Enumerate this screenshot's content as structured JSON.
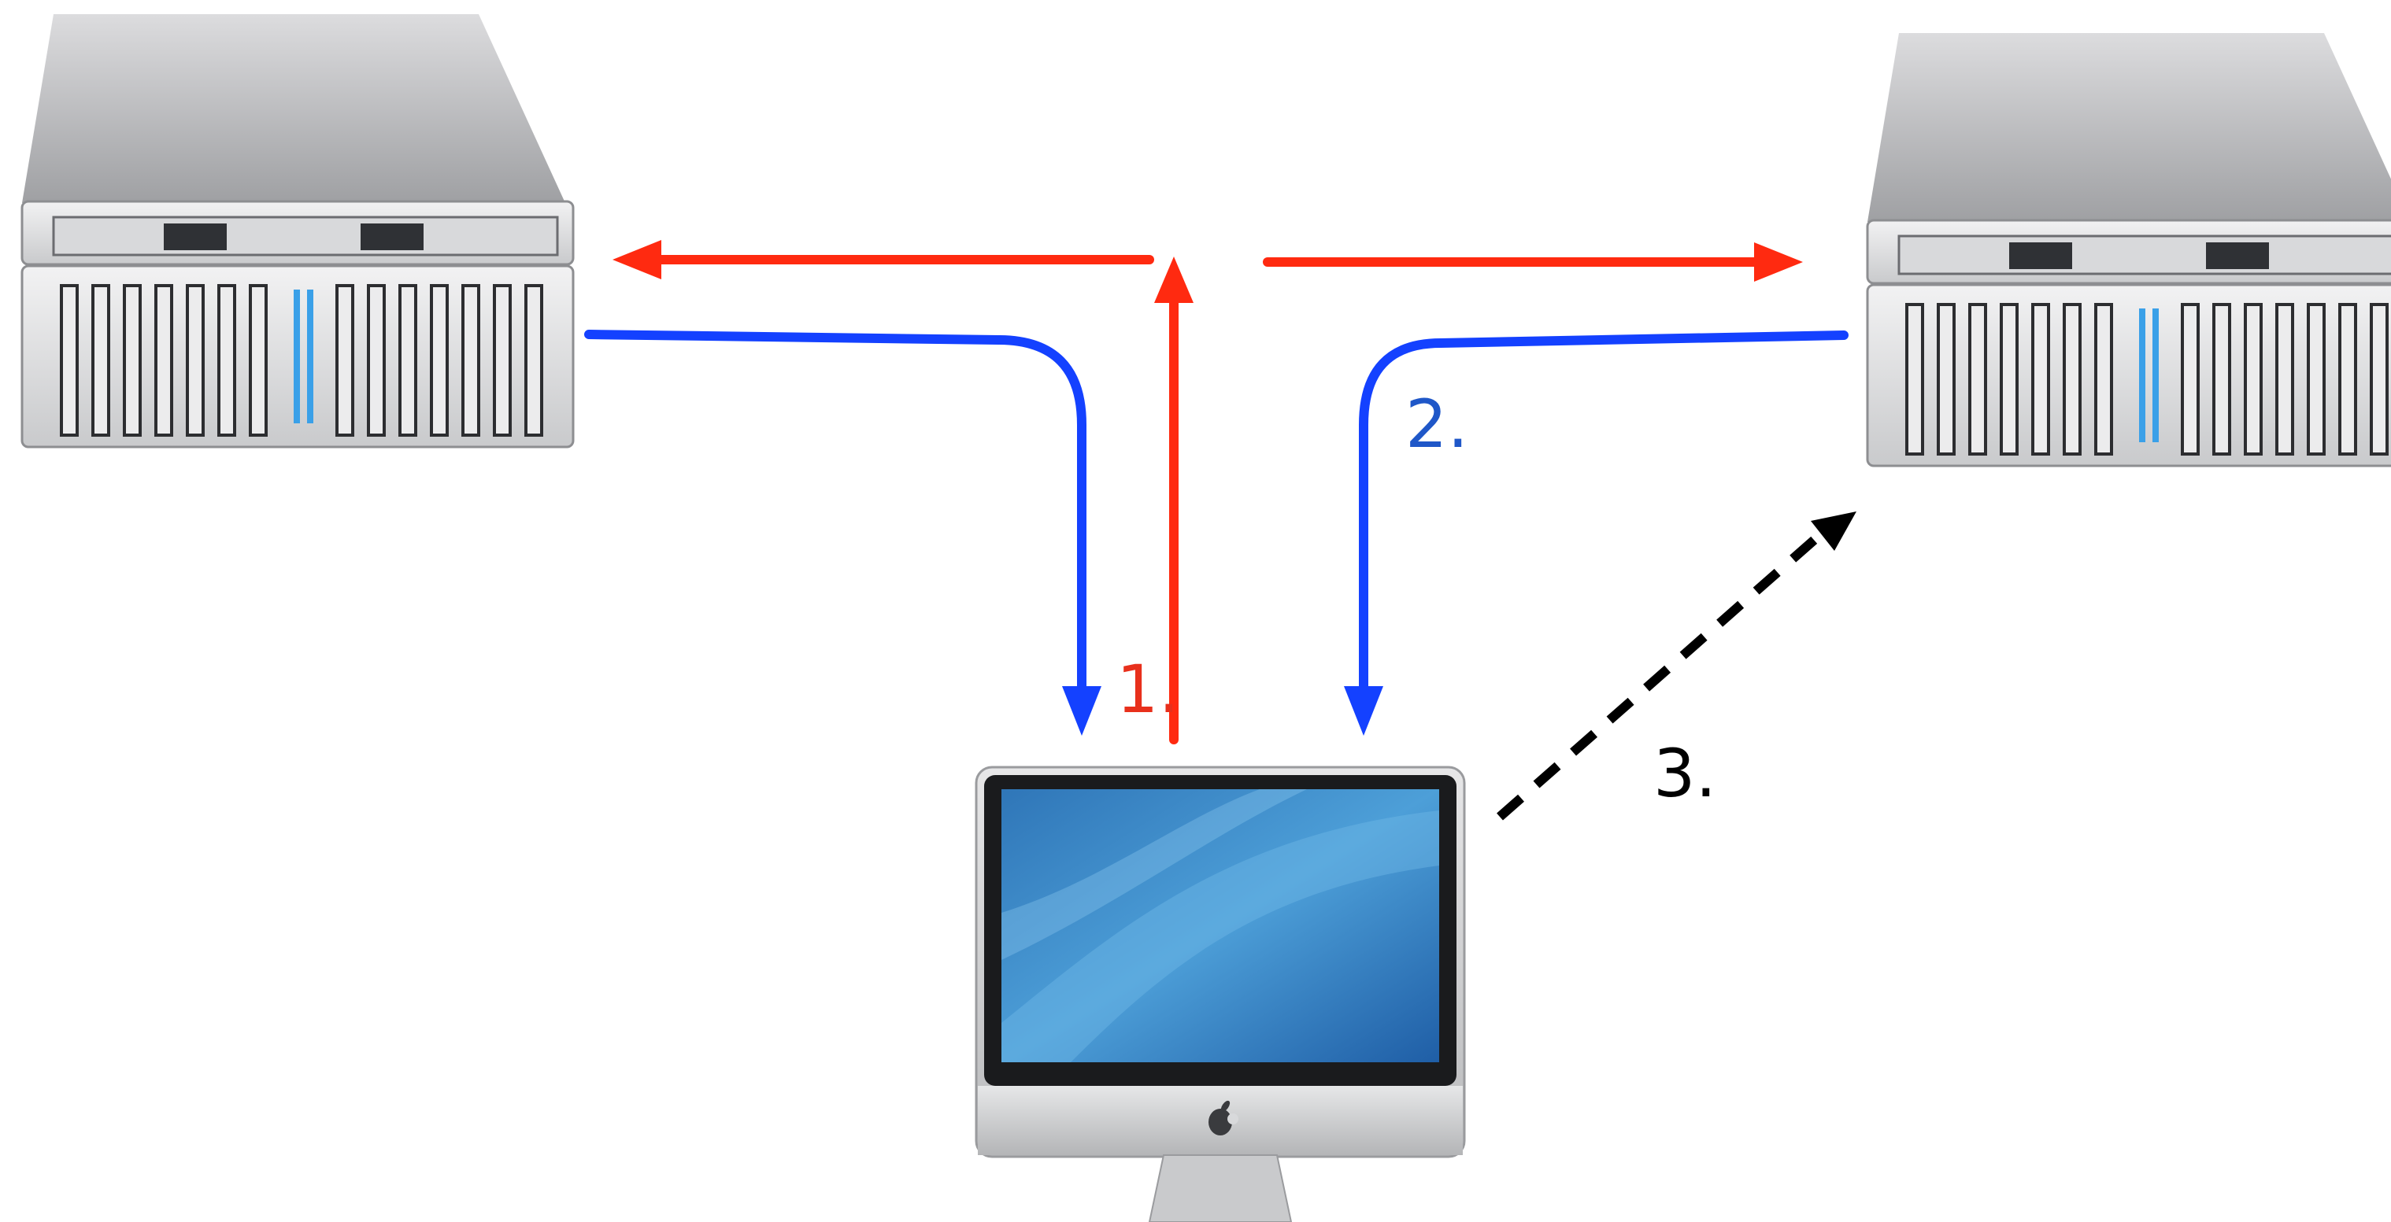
{
  "diagram": {
    "nodes": [
      {
        "id": "server-left",
        "kind": "rack-server"
      },
      {
        "id": "server-right",
        "kind": "rack-server"
      },
      {
        "id": "client",
        "kind": "desktop-computer",
        "icon": "apple-logo-icon"
      }
    ],
    "steps": [
      {
        "label": "1.",
        "color": "#e8301c"
      },
      {
        "label": "2.",
        "color": "#1f57c8"
      },
      {
        "label": "3.",
        "color": "#000000"
      }
    ],
    "edges": [
      {
        "from": "client",
        "to": "server-left",
        "step": "1.",
        "color": "#ff2a10",
        "style": "solid"
      },
      {
        "from": "client",
        "to": "server-right",
        "step": "1.",
        "color": "#ff2a10",
        "style": "solid"
      },
      {
        "from": "server-left",
        "to": "client",
        "step": "2.",
        "color": "#1441ff",
        "style": "solid"
      },
      {
        "from": "server-right",
        "to": "client",
        "step": "2.",
        "color": "#1441ff",
        "style": "solid"
      },
      {
        "from": "client",
        "to": "server-right",
        "step": "3.",
        "color": "#000000",
        "style": "dashed"
      }
    ]
  }
}
